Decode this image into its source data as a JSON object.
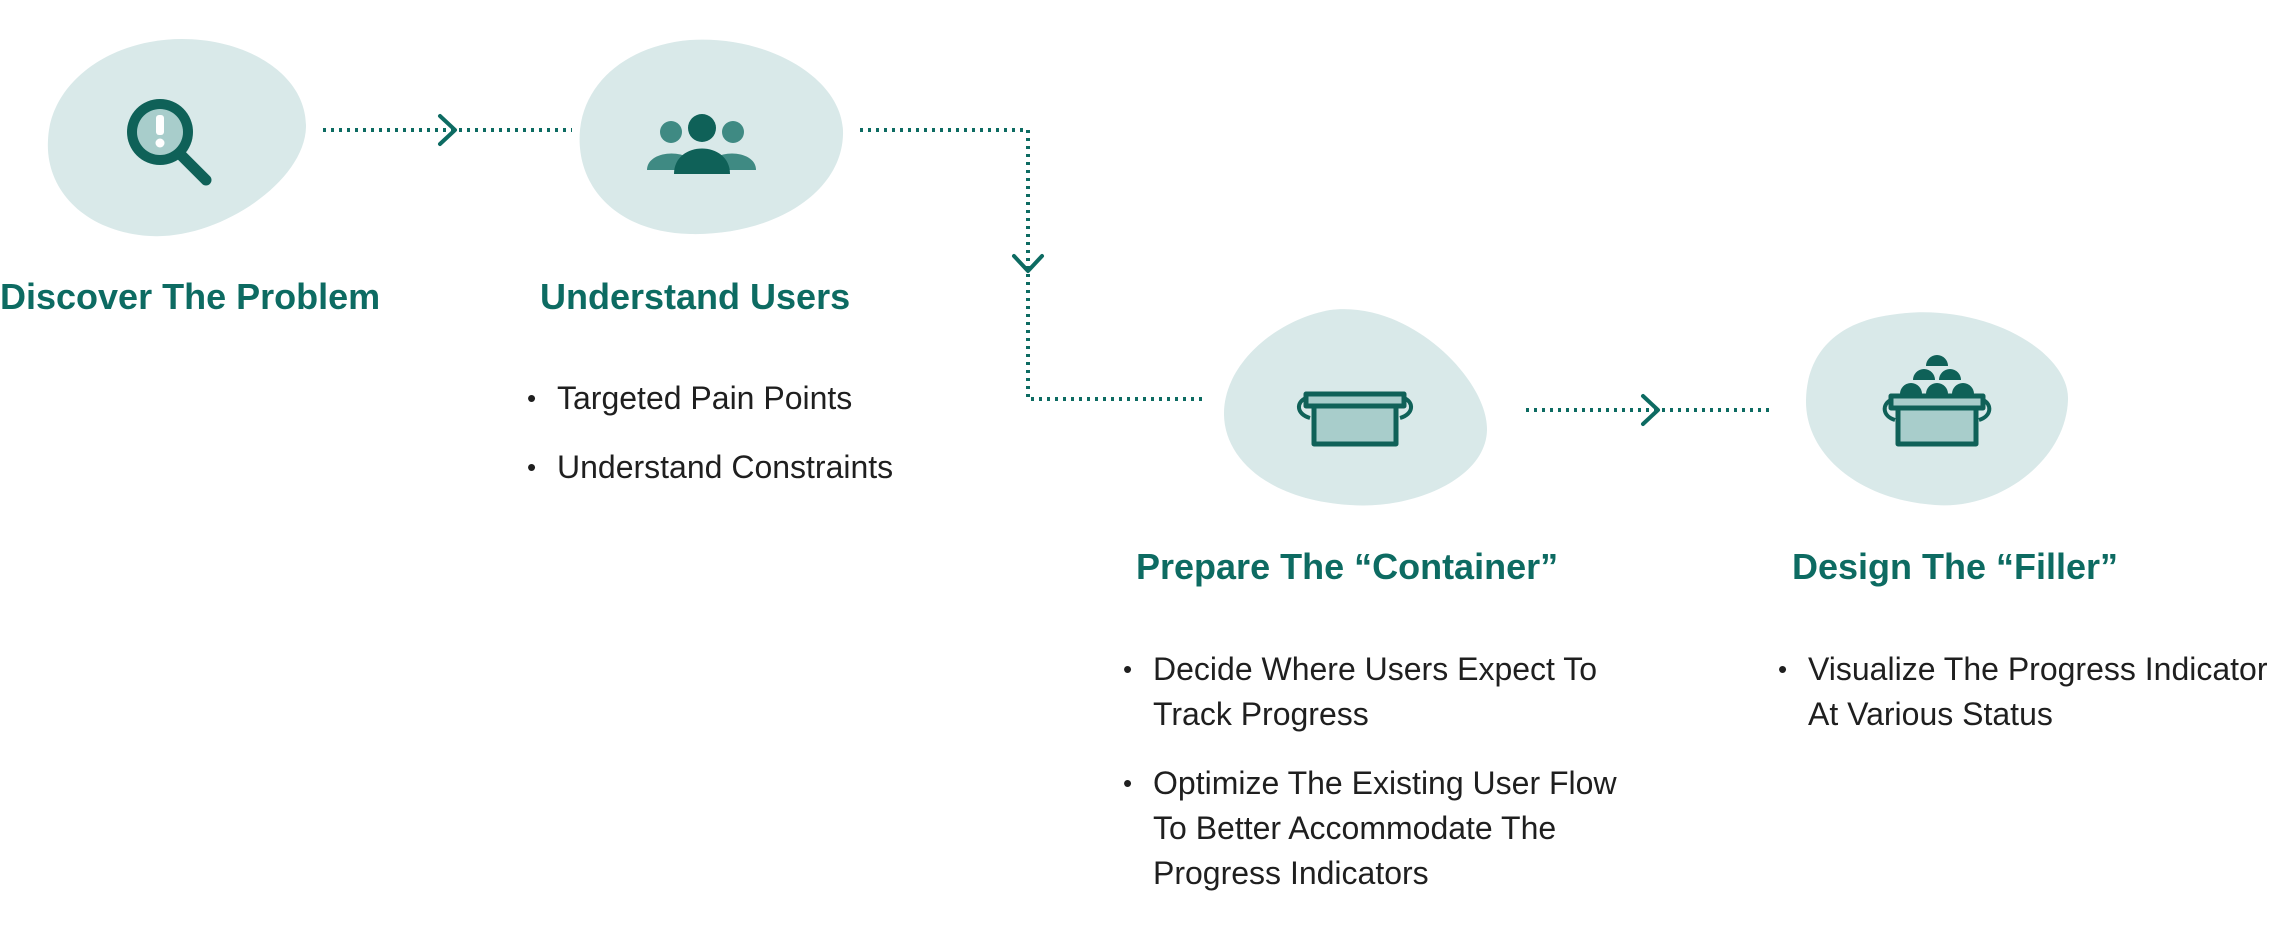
{
  "colors": {
    "accent": "#0d6b62",
    "blob": "#d9e9e9",
    "icon_dark": "#0f6158",
    "icon_light": "#a8cdcb",
    "text": "#1f1f1f"
  },
  "steps": [
    {
      "title": "Discover The Problem",
      "icon": "magnifier-exclamation-icon",
      "points": []
    },
    {
      "title": "Understand Users",
      "icon": "user-group-icon",
      "points": [
        "Targeted Pain Points",
        "Understand Constraints"
      ]
    },
    {
      "title": "Prepare The “Container”",
      "icon": "empty-bucket-icon",
      "points": [
        "Decide Where Users Expect To Track Progress",
        "Optimize The Existing User Flow To Better Accommodate The Progress Indicators"
      ]
    },
    {
      "title": "Design The “Filler”",
      "icon": "filled-bucket-icon",
      "points": [
        "Visualize The Progress Indicator At Various Status"
      ]
    }
  ]
}
